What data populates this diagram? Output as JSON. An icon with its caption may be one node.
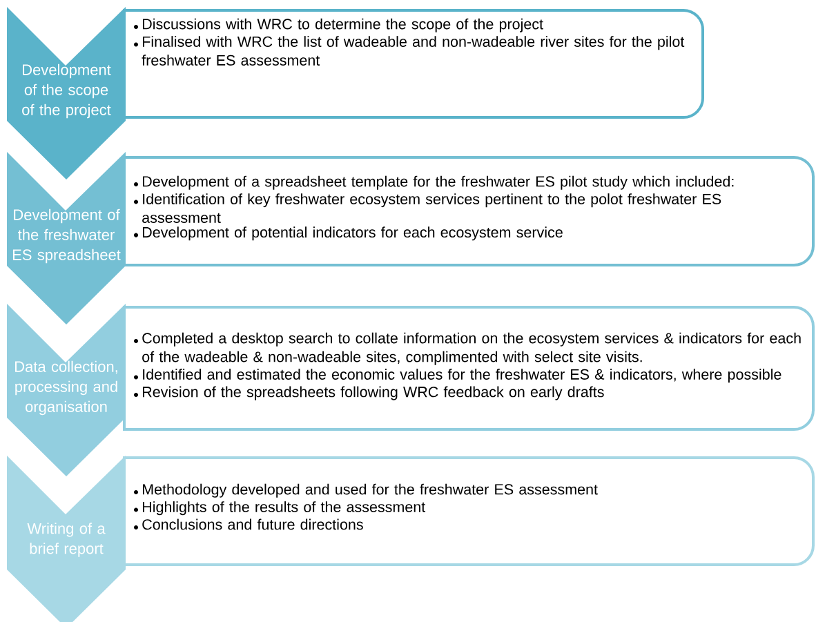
{
  "diagram": {
    "nodes": [
      {
        "text": [
          "Development of the scope of the project"
        ]
      },
      {
        "text": [
          "Discussions with WRC to determine the scope of the project",
          "Finalised with WRC the list of wadeable and non-wadeable river sites for the pilot freshwater ES assessment"
        ]
      },
      {
        "text": [
          "Development of the freshwater ES spreadsheet"
        ]
      },
      {
        "text": [
          "Development of a spreadsheet template for the freshwater ES pilot study which included:",
          "Identification of key freshwater ecosystem services pertinent to the polot freshwater ES assessment",
          "Development of potential indicators for each ecosystem service"
        ]
      },
      {
        "text": [
          "Data collection, processing and organisation"
        ]
      },
      {
        "text": [
          "Completed a desktop search to collate information on the ecosystem services & indicators for each of the wadeable & non-wadeable sites, complimented with select site visits.",
          "Identified and estimated the economic values for the freshwater ES & indicators, where possible",
          "Revision of the spreadsheets following WRC feedback on early drafts"
        ]
      },
      {
        "text": [
          "Writing of a brief report"
        ]
      },
      {
        "text": [
          "Methodology developed and used for the freshwater ES assessment",
          "Highlights of the results of the assessment",
          "Conclusions and future directions"
        ]
      }
    ]
  }
}
